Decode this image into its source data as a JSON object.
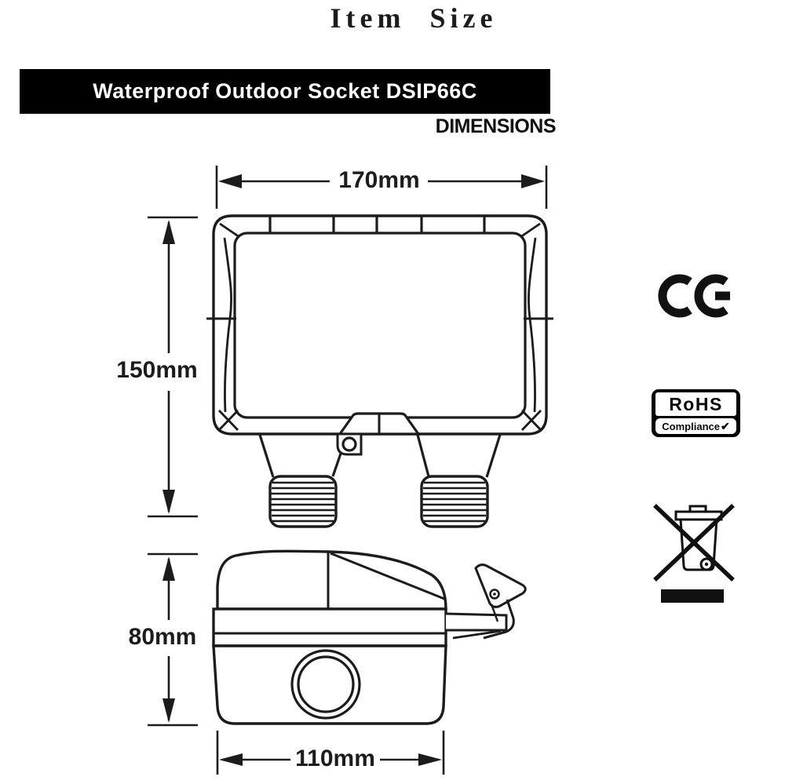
{
  "page": {
    "title": "Item Size"
  },
  "banner": {
    "product_name": "Waterproof Outdoor Socket DSIP66C",
    "bg": "#000000",
    "fg": "#ffffff"
  },
  "section": {
    "label": "DIMENSIONS"
  },
  "drawing": {
    "front_view": {
      "name": "front-view-waterproof-socket-cover",
      "width_label": "170mm",
      "height_label": "150mm"
    },
    "side_view": {
      "name": "side-view-waterproof-socket-box",
      "height_label": "80mm",
      "width_label": "110mm"
    }
  },
  "certifications": {
    "ce_mark": "CE",
    "rohs": {
      "title": "RoHS",
      "subtitle": "Compliance",
      "check": "✔"
    },
    "weee": "weee-crossed-out-wheelie-bin"
  },
  "colors": {
    "ink": "#1c1c1c",
    "paper": "#ffffff"
  }
}
